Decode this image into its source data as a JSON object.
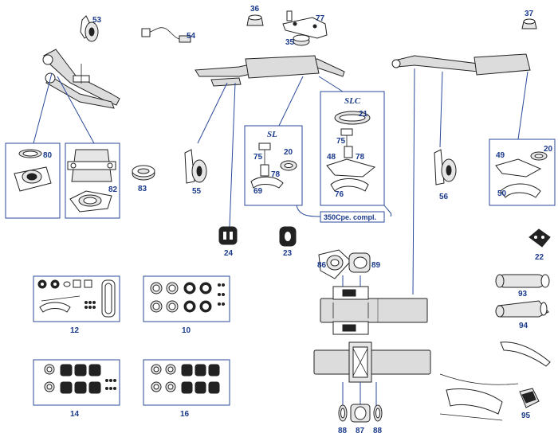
{
  "parts": {
    "p10": "10",
    "p12": "12",
    "p14": "14",
    "p16": "16",
    "p20a": "20",
    "p20b": "20",
    "p21": "21",
    "p22": "22",
    "p23": "23",
    "p24": "24",
    "p35": "35",
    "p36": "36",
    "p37": "37",
    "p48": "48",
    "p49": "49",
    "p50": "50",
    "p53": "53",
    "p54": "54",
    "p55": "55",
    "p56": "56",
    "p69": "69",
    "p75a": "75",
    "p75b": "75",
    "p76": "76",
    "p77": "77",
    "p78a": "78",
    "p78b": "78",
    "p80": "80",
    "p82": "82",
    "p83": "83",
    "p86": "86",
    "p87": "87",
    "p88a": "88",
    "p88b": "88",
    "p89": "89",
    "p93": "93",
    "p94": "94",
    "p95": "95"
  },
  "labels": {
    "sl": "SL",
    "slc": "SLC",
    "cpe": "350Cpe. compl."
  },
  "colors": {
    "accent": "#1a3a8c",
    "line": "#2a4a9a",
    "ink": "#222222"
  }
}
